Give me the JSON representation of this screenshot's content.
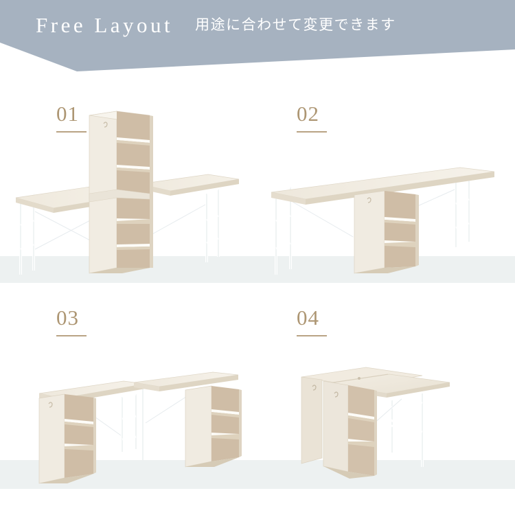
{
  "header": {
    "title": "Free Layout",
    "subtitle": "用途に合わせて変更できます",
    "background_color": "#a6b2c0",
    "text_color": "#ffffff"
  },
  "theme": {
    "page_background": "#ffffff",
    "floor_band_color": "#edf1f1",
    "number_color": "#ad9673",
    "number_rule_color": "#b9a384",
    "wood_light": "#f1ece2",
    "wood_top": "#efe9dd",
    "wood_side": "#e3dbcc",
    "wood_interior": "#cfbda6",
    "wood_shelf": "#ddd2bf",
    "metal_white": "#ffffff",
    "metal_shade": "#dfe4e7"
  },
  "panels": [
    {
      "number": "01",
      "name": "layout-cross-center-shelf",
      "description": "Tall 6-compartment shelf tower in the center with two desktops extending left and right, white metal legs with X-bracing"
    },
    {
      "number": "02",
      "name": "layout-long-desk-side-shelf",
      "description": "One long continuous desktop with a 3-compartment shelf unit supporting the right-center and white metal legs at both ends"
    },
    {
      "number": "03",
      "name": "layout-twin-desks-outer-shelves",
      "description": "Two desks side by side with 3-compartment shelf units at the outer ends and white metal legs meeting in the middle"
    },
    {
      "number": "04",
      "name": "layout-facing-desks-shared-shelf",
      "description": "Two desks arranged back to back forming a square with a shared 3-compartment shelf unit and white metal legs"
    }
  ]
}
